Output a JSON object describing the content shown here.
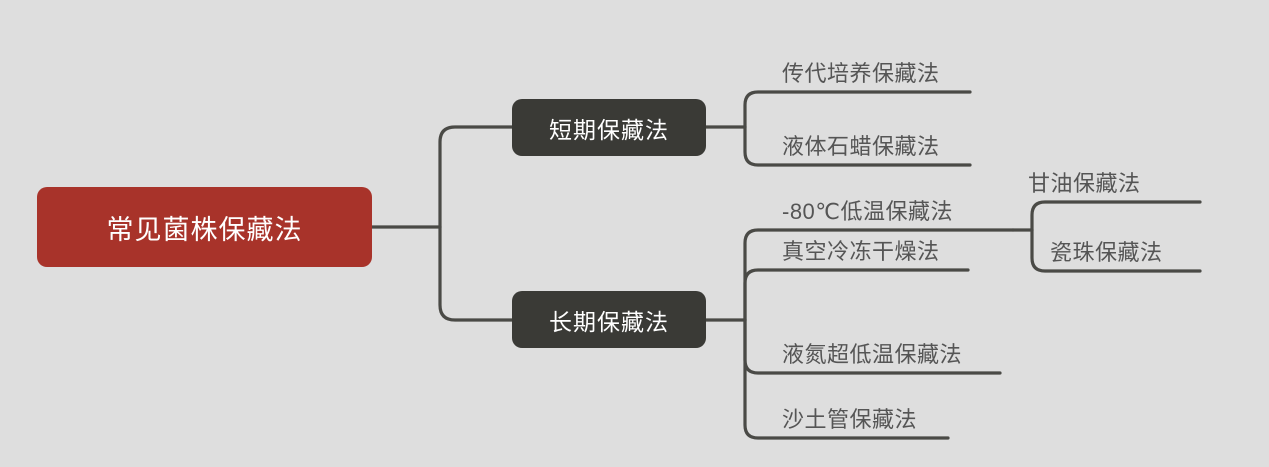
{
  "canvas": {
    "background": "#dedede",
    "line_color": "#4a4a46",
    "root_fill": "#a8332a",
    "branch_fill": "#3a3a36",
    "leaf_text_color": "#555555",
    "node_text_color": "#ffffff"
  },
  "diagram": {
    "type": "mindmap",
    "title": "常见菌株保藏法",
    "root": {
      "label": "常见菌株保藏法"
    },
    "branches": [
      {
        "id": "short-term",
        "label": "短期保藏法",
        "leaves": [
          {
            "id": "subculture",
            "label": "传代培养保藏法"
          },
          {
            "id": "liquid-paraffin",
            "label": "液体石蜡保藏法"
          }
        ]
      },
      {
        "id": "long-term",
        "label": "长期保藏法",
        "leaves": [
          {
            "id": "minus80",
            "label": "-80℃低温保藏法",
            "leaves": [
              {
                "id": "glycerol",
                "label": "甘油保藏法"
              },
              {
                "id": "ceramic-bead",
                "label": "瓷珠保藏法"
              }
            ]
          },
          {
            "id": "vacuum-freeze-dry",
            "label": "真空冷冻干燥法"
          },
          {
            "id": "liquid-nitrogen",
            "label": "液氮超低温保藏法"
          },
          {
            "id": "sand-soil-tube",
            "label": "沙土管保藏法"
          }
        ]
      }
    ]
  }
}
